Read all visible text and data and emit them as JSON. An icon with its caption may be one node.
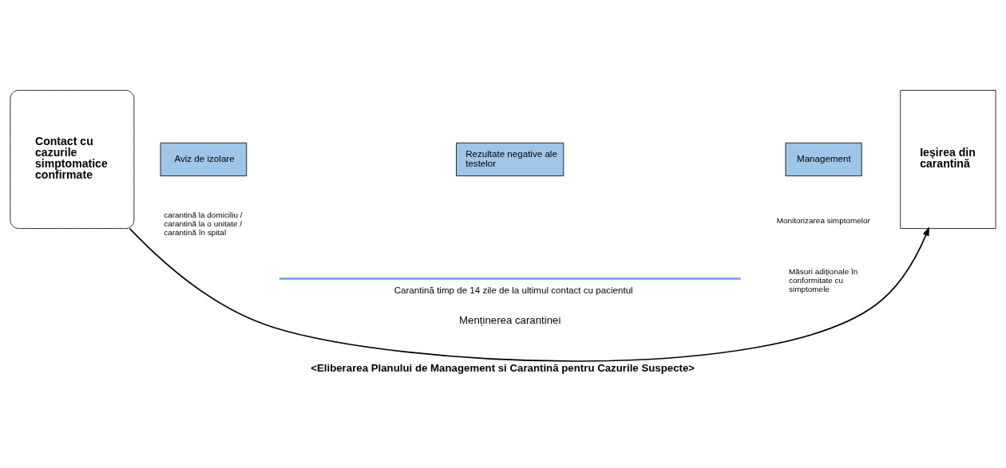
{
  "diagram": {
    "caption": "<Eliberarea Planului de Management si Carantină pentru Cazurile Suspecte>",
    "nodes": [
      {
        "text": [
          "Contact cu cazurile simptomatice confirmate"
        ]
      },
      {
        "text": [
          "Aviz de izolare"
        ]
      },
      {
        "text": [
          "Rezultate negative ale testelor"
        ]
      },
      {
        "text": [
          "Management"
        ]
      },
      {
        "text": [
          "Ieșirea din carantină"
        ]
      }
    ],
    "edges": [
      {
        "from": 0,
        "to": 4,
        "arrow": "to",
        "label": "Menținerea carantinei"
      }
    ],
    "labels": [
      "carantină la domiciliu / carantină la o unitate / carantină în spital",
      "Monitorizarea simptomelor",
      "Măsuri adiționale în conformitate cu simptomele",
      "Carantină timp de 14 zile de la ultimul contact cu pacientul"
    ]
  }
}
